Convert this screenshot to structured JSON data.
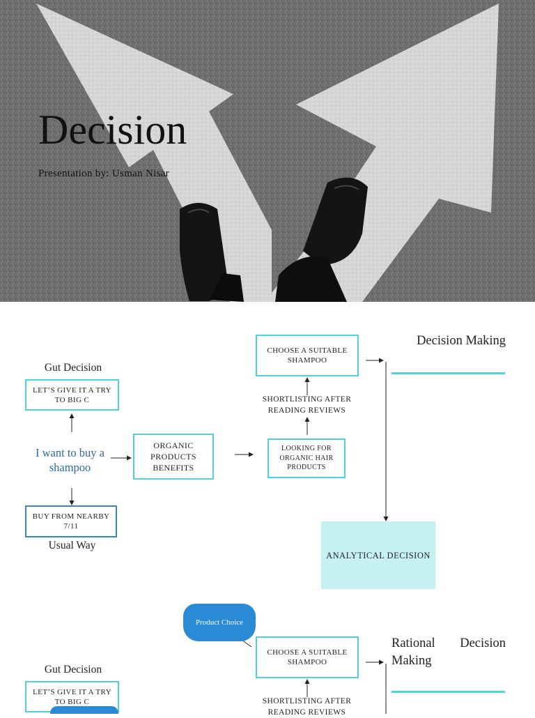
{
  "hero": {
    "title": "Decision",
    "subtitle": "Presentation by: Usman Nisar"
  },
  "slide2": {
    "gut_label": "Gut Decision",
    "gut_box": "LET’S GIVE IT A TRY TO BIG C",
    "start_text": "I want to buy a shampoo",
    "usual_box": "BUY FROM NEARBY 7/11",
    "usual_label": "Usual Way",
    "organic_box": "ORGANIC PRODUCTS BENEFITS",
    "looking_box": "LOOKING FOR ORGANIC HAIR PRODUCTS",
    "shortlist_text": "SHORTLISTING AFTER READING REVIEWS",
    "choose_box": "CHOOSE A SUITABLE SHAMPOO",
    "heading": "Decision Making",
    "analytic_box": "ANALYTICAL DECISION"
  },
  "slide3": {
    "product_choice": "Product Choice",
    "choose_box": "CHOOSE A SUITABLE SHAMPOO",
    "heading": "Rational Decision Making",
    "gut_label": "Gut Decision",
    "gut_box": "LET’S GIVE IT A TRY TO BIG C",
    "shortlist_text": "SHORTLISTING AFTER READING REVIEWS"
  },
  "colors": {
    "teal": "#4fd3d9",
    "blue_border": "#3a86c8",
    "blue_text": "#2f6aa3",
    "analytic_fill": "#c6f1f2",
    "pill_fill": "#2a8ad6"
  }
}
